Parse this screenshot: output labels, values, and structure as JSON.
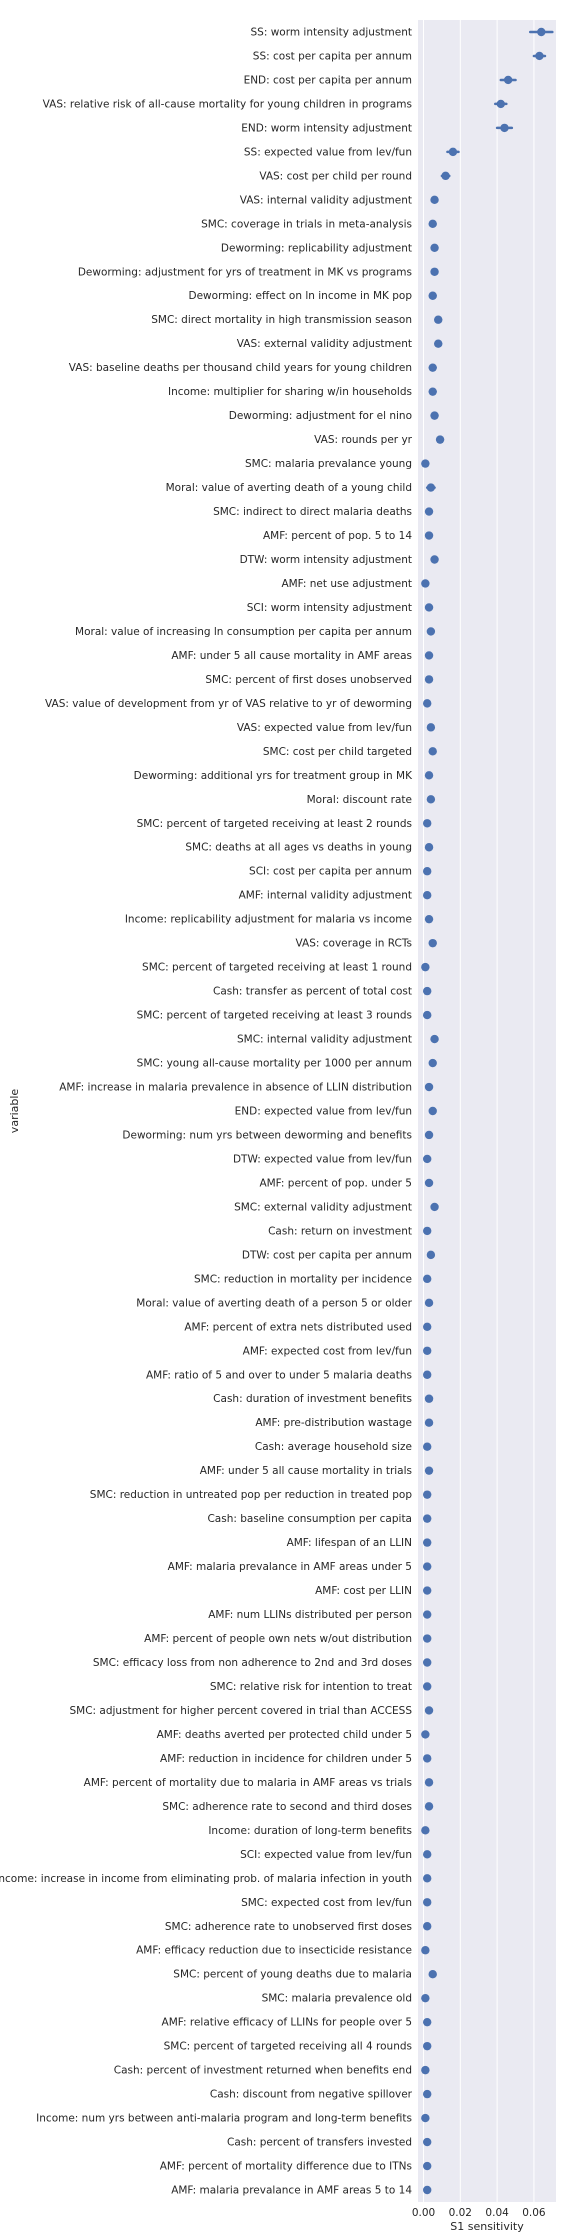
{
  "chart_data": {
    "type": "scatter",
    "orientation": "horizontal",
    "xlabel": "S1 sensitivity",
    "ylabel": "variable",
    "xlim": [
      -0.003,
      0.072
    ],
    "x_ticks": [
      0.0,
      0.02,
      0.04,
      0.06
    ],
    "x_tick_labels": [
      "0.00",
      "0.02",
      "0.04",
      "0.06"
    ],
    "grid": "on",
    "colors": {
      "background": "#eaeaf2",
      "point": "#4c72b0",
      "grid": "#ffffff",
      "text": "#262626"
    },
    "points": [
      {
        "label": "SS: worm intensity adjustment",
        "value": 0.064,
        "err": 0.006
      },
      {
        "label": "SS: cost per capita per annum",
        "value": 0.063,
        "err": 0.003
      },
      {
        "label": "END: cost per capita per annum",
        "value": 0.046,
        "err": 0.004
      },
      {
        "label": "VAS: relative risk of all-cause mortality for young children in programs",
        "value": 0.042,
        "err": 0.003
      },
      {
        "label": "END: worm intensity adjustment",
        "value": 0.044,
        "err": 0.004
      },
      {
        "label": "SS: expected value from lev/fun",
        "value": 0.016,
        "err": 0.003
      },
      {
        "label": "VAS: cost per child per round",
        "value": 0.012,
        "err": 0.002
      },
      {
        "label": "VAS: internal validity adjustment",
        "value": 0.006,
        "err": 0.0015
      },
      {
        "label": "SMC: coverage in trials in meta-analysis",
        "value": 0.005,
        "err": 0.0015
      },
      {
        "label": "Deworming: replicability adjustment",
        "value": 0.006,
        "err": 0.0015
      },
      {
        "label": "Deworming: adjustment for yrs of treatment in MK vs programs",
        "value": 0.006,
        "err": 0.0015
      },
      {
        "label": "Deworming: effect on ln income in MK pop",
        "value": 0.005,
        "err": 0.0015
      },
      {
        "label": "SMC: direct mortality in high transmission season",
        "value": 0.008,
        "err": 0.0015
      },
      {
        "label": "VAS: external validity adjustment",
        "value": 0.008,
        "err": 0.0015
      },
      {
        "label": "VAS: baseline deaths per thousand child years for young children",
        "value": 0.005,
        "err": 0.0015
      },
      {
        "label": "Income: multiplier for sharing w/in households",
        "value": 0.005,
        "err": 0.0015
      },
      {
        "label": "Deworming: adjustment for el nino",
        "value": 0.006,
        "err": 0.0015
      },
      {
        "label": "VAS: rounds per yr",
        "value": 0.009,
        "err": 0.0015
      },
      {
        "label": "SMC: malaria prevalance young",
        "value": 0.001,
        "err": 0.001
      },
      {
        "label": "Moral: value of averting death of a young child",
        "value": 0.004,
        "err": 0.002
      },
      {
        "label": "SMC: indirect to direct malaria deaths",
        "value": 0.003,
        "err": 0.001
      },
      {
        "label": "AMF: percent of pop. 5 to 14",
        "value": 0.003,
        "err": 0.001
      },
      {
        "label": "DTW: worm intensity adjustment",
        "value": 0.006,
        "err": 0.0015
      },
      {
        "label": "AMF: net use adjustment",
        "value": 0.001,
        "err": 0.001
      },
      {
        "label": "SCI: worm intensity adjustment",
        "value": 0.003,
        "err": 0.001
      },
      {
        "label": "Moral: value of increasing ln consumption per capita per annum",
        "value": 0.004,
        "err": 0.001
      },
      {
        "label": "AMF: under 5 all cause mortality in AMF areas",
        "value": 0.003,
        "err": 0.001
      },
      {
        "label": "SMC: percent of first doses unobserved",
        "value": 0.003,
        "err": 0.001
      },
      {
        "label": "VAS: value of development from yr of VAS relative to yr of deworming",
        "value": 0.002,
        "err": 0.001
      },
      {
        "label": "VAS: expected value from lev/fun",
        "value": 0.004,
        "err": 0.001
      },
      {
        "label": "SMC: cost per child targeted",
        "value": 0.005,
        "err": 0.001
      },
      {
        "label": "Deworming: additional yrs for treatment group in MK",
        "value": 0.003,
        "err": 0.001
      },
      {
        "label": "Moral: discount rate",
        "value": 0.004,
        "err": 0.001
      },
      {
        "label": "SMC: percent of targeted receiving at least 2 rounds",
        "value": 0.002,
        "err": 0.001
      },
      {
        "label": "SMC: deaths at all ages vs deaths in young",
        "value": 0.003,
        "err": 0.001
      },
      {
        "label": "SCI: cost per capita per annum",
        "value": 0.002,
        "err": 0.001
      },
      {
        "label": "AMF: internal validity adjustment",
        "value": 0.002,
        "err": 0.001
      },
      {
        "label": "Income: replicability adjustment for malaria vs income",
        "value": 0.003,
        "err": 0.001
      },
      {
        "label": "VAS: coverage in RCTs",
        "value": 0.005,
        "err": 0.001
      },
      {
        "label": "SMC: percent of targeted receiving at least 1 round",
        "value": 0.001,
        "err": 0.001
      },
      {
        "label": "Cash: transfer as percent of total cost",
        "value": 0.002,
        "err": 0.001
      },
      {
        "label": "SMC: percent of targeted receiving at least 3 rounds",
        "value": 0.002,
        "err": 0.001
      },
      {
        "label": "SMC: internal validity adjustment",
        "value": 0.006,
        "err": 0.001
      },
      {
        "label": "SMC: young all-cause mortality per 1000 per annum",
        "value": 0.005,
        "err": 0.001
      },
      {
        "label": "AMF: increase in malaria prevalence in absence of LLIN distribution",
        "value": 0.003,
        "err": 0.001
      },
      {
        "label": "END: expected value from lev/fun",
        "value": 0.005,
        "err": 0.001
      },
      {
        "label": "Deworming: num yrs between deworming and benefits",
        "value": 0.003,
        "err": 0.001
      },
      {
        "label": "DTW: expected value from lev/fun",
        "value": 0.002,
        "err": 0.001
      },
      {
        "label": "AMF: percent of pop. under 5",
        "value": 0.003,
        "err": 0.001
      },
      {
        "label": "SMC: external validity adjustment",
        "value": 0.006,
        "err": 0.001
      },
      {
        "label": "Cash: return on investment",
        "value": 0.002,
        "err": 0.001
      },
      {
        "label": "DTW: cost per capita per annum",
        "value": 0.004,
        "err": 0.001
      },
      {
        "label": "SMC: reduction in mortality per incidence",
        "value": 0.002,
        "err": 0.001
      },
      {
        "label": "Moral: value of averting death of a person 5 or older",
        "value": 0.003,
        "err": 0.001
      },
      {
        "label": "AMF: percent of extra nets distributed used",
        "value": 0.002,
        "err": 0.001
      },
      {
        "label": "AMF: expected cost from lev/fun",
        "value": 0.002,
        "err": 0.001
      },
      {
        "label": "AMF: ratio of 5 and over to under 5 malaria deaths",
        "value": 0.002,
        "err": 0.001
      },
      {
        "label": "Cash: duration of investment benefits",
        "value": 0.003,
        "err": 0.001
      },
      {
        "label": "AMF: pre-distribution wastage",
        "value": 0.003,
        "err": 0.001
      },
      {
        "label": "Cash: average household size",
        "value": 0.002,
        "err": 0.001
      },
      {
        "label": "AMF: under 5 all cause mortality in trials",
        "value": 0.003,
        "err": 0.001
      },
      {
        "label": "SMC: reduction in untreated pop per reduction in treated pop",
        "value": 0.002,
        "err": 0.001
      },
      {
        "label": "Cash: baseline consumption per capita",
        "value": 0.002,
        "err": 0.001
      },
      {
        "label": "AMF: lifespan of an LLIN",
        "value": 0.002,
        "err": 0.001
      },
      {
        "label": "AMF: malaria prevalance in AMF areas under 5",
        "value": 0.002,
        "err": 0.001
      },
      {
        "label": "AMF: cost per LLIN",
        "value": 0.002,
        "err": 0.001
      },
      {
        "label": "AMF: num LLINs distributed per person",
        "value": 0.002,
        "err": 0.001
      },
      {
        "label": "AMF: percent of people own nets w/out distribution",
        "value": 0.002,
        "err": 0.001
      },
      {
        "label": "SMC: efficacy loss from non adherence to 2nd and 3rd doses",
        "value": 0.002,
        "err": 0.001
      },
      {
        "label": "SMC: relative risk for intention to treat",
        "value": 0.002,
        "err": 0.001
      },
      {
        "label": "SMC: adjustment for higher percent covered in trial than ACCESS",
        "value": 0.003,
        "err": 0.001
      },
      {
        "label": "AMF: deaths averted per protected child under 5",
        "value": 0.001,
        "err": 0.001
      },
      {
        "label": "AMF: reduction in incidence for children under 5",
        "value": 0.002,
        "err": 0.001
      },
      {
        "label": "AMF: percent of mortality due to malaria in AMF areas vs trials",
        "value": 0.003,
        "err": 0.001
      },
      {
        "label": "SMC: adherence rate to second and third doses",
        "value": 0.003,
        "err": 0.001
      },
      {
        "label": "Income: duration of long-term benefits",
        "value": 0.001,
        "err": 0.001
      },
      {
        "label": "SCI: expected value from lev/fun",
        "value": 0.002,
        "err": 0.001
      },
      {
        "label": "Income: increase in income from eliminating prob. of malaria infection in youth",
        "value": 0.002,
        "err": 0.001
      },
      {
        "label": "SMC: expected cost from lev/fun",
        "value": 0.002,
        "err": 0.001
      },
      {
        "label": "SMC: adherence rate to unobserved first doses",
        "value": 0.002,
        "err": 0.001
      },
      {
        "label": "AMF: efficacy reduction due to insecticide resistance",
        "value": 0.001,
        "err": 0.001
      },
      {
        "label": "SMC: percent of young deaths due to malaria",
        "value": 0.005,
        "err": 0.001
      },
      {
        "label": "SMC: malaria prevalence old",
        "value": 0.001,
        "err": 0.001
      },
      {
        "label": "AMF: relative efficacy of LLINs for people over 5",
        "value": 0.002,
        "err": 0.001
      },
      {
        "label": "SMC: percent of targeted receiving all 4 rounds",
        "value": 0.002,
        "err": 0.001
      },
      {
        "label": "Cash: percent of investment returned when benefits end",
        "value": 0.001,
        "err": 0.001
      },
      {
        "label": "Cash: discount from negative spillover",
        "value": 0.002,
        "err": 0.001
      },
      {
        "label": "Income: num yrs between anti-malaria program and long-term benefits",
        "value": 0.001,
        "err": 0.001
      },
      {
        "label": "Cash: percent of transfers invested",
        "value": 0.002,
        "err": 0.001
      },
      {
        "label": "AMF: percent of mortality difference due to ITNs",
        "value": 0.002,
        "err": 0.001
      },
      {
        "label": "AMF: malaria prevalance in AMF areas 5 to 14",
        "value": 0.002,
        "err": 0.001
      }
    ]
  }
}
